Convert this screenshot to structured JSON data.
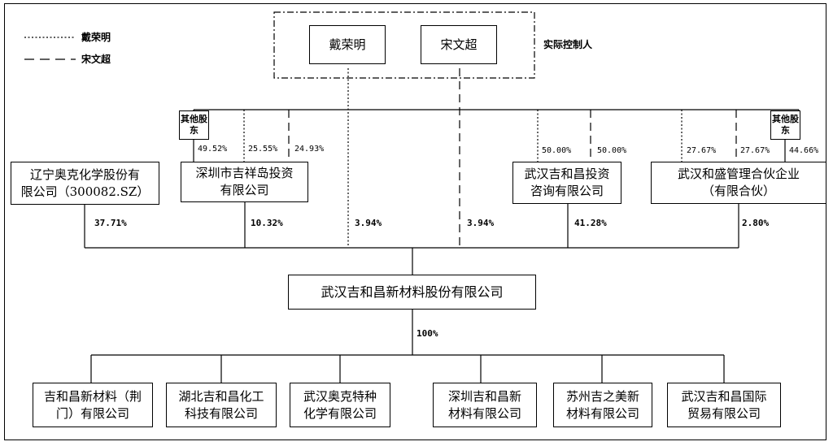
{
  "legend": [
    {
      "label": "戴荣明",
      "line": "dotted"
    },
    {
      "label": "宋文超",
      "line": "dashed"
    }
  ],
  "controllers": {
    "label": "实际控制人",
    "dai": "戴荣明",
    "song": "宋文超"
  },
  "others": {
    "label_line1": "其他",
    "label_line2": "股东"
  },
  "shareholders": {
    "liaoning": {
      "line1": "辽宁奥克化学股份有",
      "line2": "限公司（300082.SZ）",
      "pct": "37.71%"
    },
    "shenzhen_jixiangdao": {
      "line1": "深圳市吉祥岛投资",
      "line2": "有限公司",
      "pct": "10.32%",
      "pct_others": "49.52%",
      "pct_dai": "25.55%",
      "pct_song": "24.93%"
    },
    "dai_direct_pct": "3.94%",
    "song_direct_pct": "3.94%",
    "wuhan_jihechang_invest": {
      "line1": "武汉吉和昌投资",
      "line2": "咨询有限公司",
      "pct": "41.28%",
      "pct_dai": "50.00%",
      "pct_song": "50.00%"
    },
    "wuhan_hesheng": {
      "line1": "武汉和盛管理合伙企业",
      "line2": "（有限合伙）",
      "pct": "2.80%",
      "pct_dai": "27.67%",
      "pct_song": "27.67%",
      "pct_others": "44.66%"
    }
  },
  "company": {
    "name": "武汉吉和昌新材料股份有限公司",
    "subsidiary_pct": "100%"
  },
  "subsidiaries": [
    {
      "line1": "吉和昌新材料（荆",
      "line2": "门）有限公司"
    },
    {
      "line1": "湖北吉和昌化工",
      "line2": "科技有限公司"
    },
    {
      "line1": "武汉奥克特种",
      "line2": "化学有限公司"
    },
    {
      "line1": "深圳吉和昌新",
      "line2": "材料有限公司"
    },
    {
      "line1": "苏州吉之美新",
      "line2": "材料有限公司"
    },
    {
      "line1": "武汉吉和昌国际",
      "line2": "贸易有限公司"
    }
  ]
}
